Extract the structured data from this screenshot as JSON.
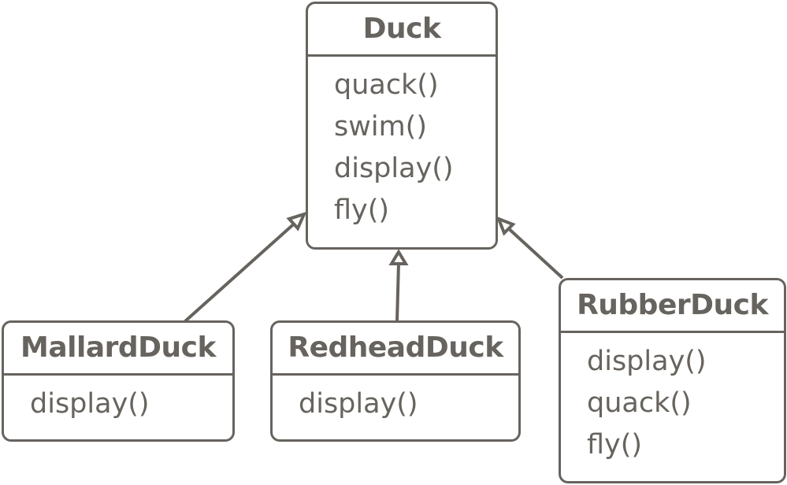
{
  "diagram": {
    "type": "UML class diagram",
    "colors": {
      "stroke": "#67635e",
      "text": "#67635e",
      "background": "#ffffff"
    },
    "classes": [
      {
        "id": "duck",
        "name": "Duck",
        "methods": [
          "quack()",
          "swim()",
          "display()",
          "fly()"
        ]
      },
      {
        "id": "mallard",
        "name": "MallardDuck",
        "methods": [
          "display()"
        ]
      },
      {
        "id": "redhead",
        "name": "RedheadDuck",
        "methods": [
          "display()"
        ]
      },
      {
        "id": "rubber",
        "name": "RubberDuck",
        "methods": [
          "display()",
          "quack()",
          "fly()"
        ]
      }
    ],
    "relationships": [
      {
        "from": "MallardDuck",
        "to": "Duck",
        "type": "generalization"
      },
      {
        "from": "RedheadDuck",
        "to": "Duck",
        "type": "generalization"
      },
      {
        "from": "RubberDuck",
        "to": "Duck",
        "type": "generalization"
      }
    ]
  }
}
